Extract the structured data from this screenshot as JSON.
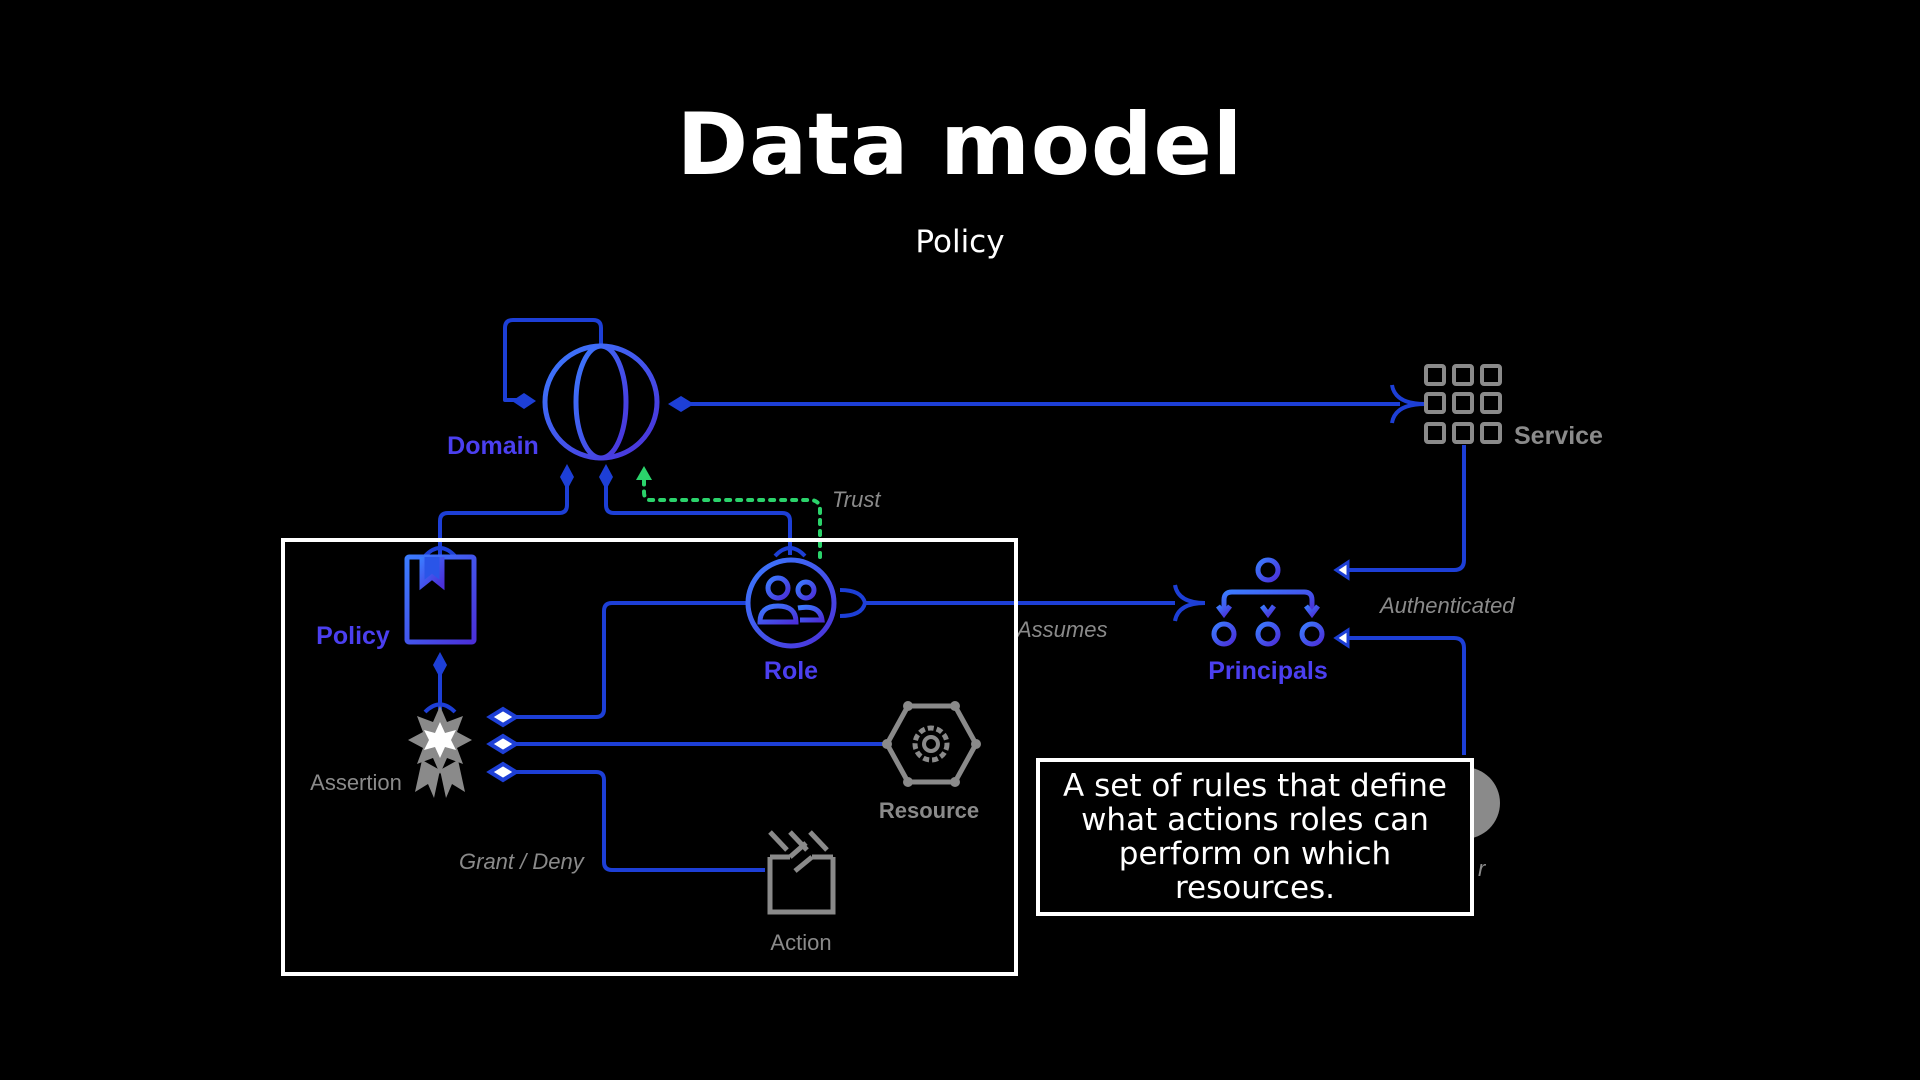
{
  "slide": {
    "title": "Data model",
    "subtitle": "Policy"
  },
  "nodes": {
    "domain": "Domain",
    "service": "Service",
    "policy": "Policy",
    "role": "Role",
    "principals": "Principals",
    "assertion": "Assertion",
    "resource": "Resource",
    "action": "Action",
    "user_partial": "r"
  },
  "edges": {
    "trust": "Trust",
    "assumes": "Assumes",
    "authenticated": "Authenticated",
    "grant_deny": "Grant / Deny"
  },
  "callout": {
    "text": "A set of rules that define what actions roles can perform on which resources."
  },
  "colors": {
    "background": "#000000",
    "connector_blue": "#1d3fd6",
    "label_blue": "#4b3ff0",
    "icon_blue": "#2a55e8",
    "trust_green": "#2bd36b",
    "gray": "#8a8a8a",
    "white": "#ffffff"
  }
}
